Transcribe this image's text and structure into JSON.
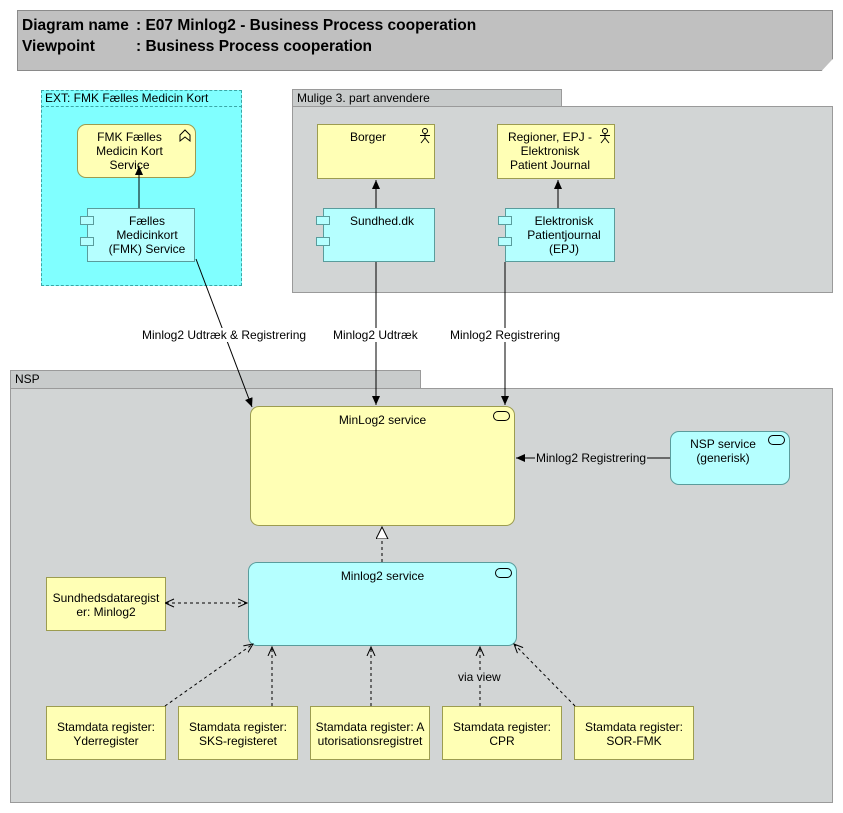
{
  "header": {
    "diagram_label": "Diagram name",
    "diagram_value": ": E07 Minlog2 - Business Process cooperation",
    "viewpoint_label": "Viewpoint",
    "viewpoint_value": ": Business Process cooperation"
  },
  "groups": {
    "ext": {
      "title": "EXT: FMK Fælles Medicin Kort"
    },
    "third": {
      "title": "Mulige 3. part anvendere"
    },
    "nsp": {
      "title": "NSP"
    }
  },
  "nodes": {
    "fmk_service": "FMK Fælles Medicin Kort Service",
    "fmk_component": "Fælles Medicinkort (FMK) Service",
    "borger": "Borger",
    "regioner": "Regioner, EPJ - Elektronisk Patient Journal",
    "sundhed": "Sundhed.dk",
    "epj": "Elektronisk Patientjournal (EPJ)",
    "minlog_service_top": "MinLog2 service",
    "nsp_service": "NSP service (generisk)",
    "minlog_service_bottom": "Minlog2 service",
    "sundhedsdata": "Sundhedsdataregister: Minlog2",
    "stam_yder": "Stamdata register: Yderregister",
    "stam_sks": "Stamdata register: SKS-registeret",
    "stam_aut": "Stamdata register: Autorisationsregistret",
    "stam_cpr": "Stamdata register: CPR",
    "stam_sor": "Stamdata register: SOR-FMK"
  },
  "edges": {
    "fmk_flow": "Minlog2 Udtræk & Registrering",
    "sundhed_flow": "Minlog2 Udtræk",
    "epj_flow": "Minlog2 Registrering",
    "nsp_flow": "Minlog2 Registrering",
    "cpr_via": "via view"
  },
  "colors": {
    "business_yellow": "#ffffb5",
    "application_cyan": "#b5ffff",
    "ext_group": "#80ffff",
    "group_grey": "#d2d5d5",
    "header_grey": "#c0c0c0"
  }
}
